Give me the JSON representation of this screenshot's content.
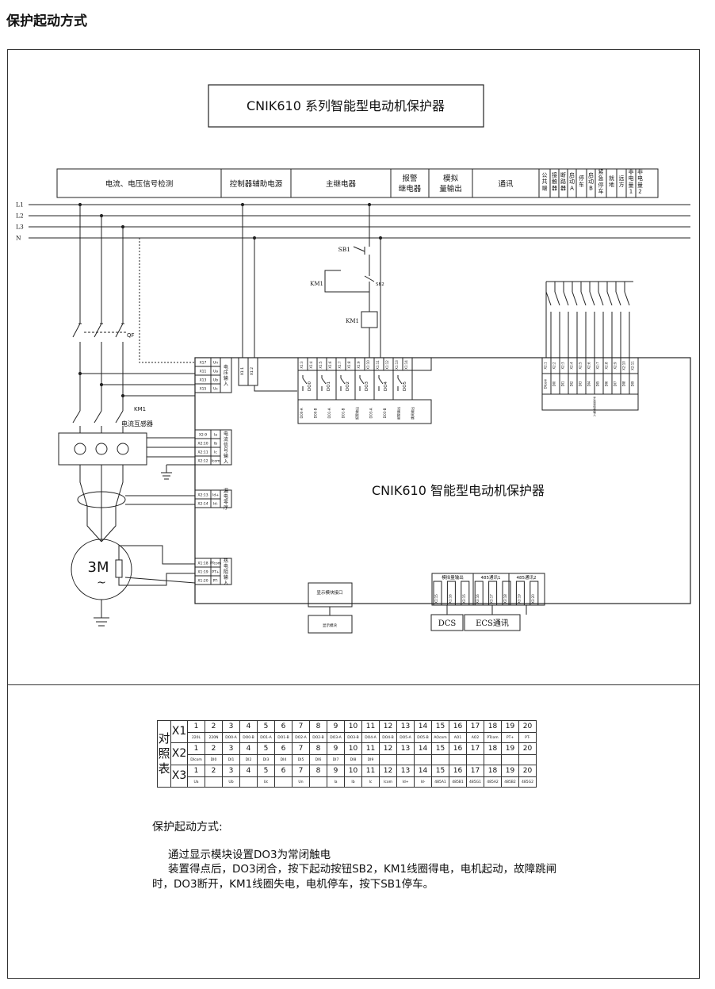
{
  "page_title": "保护起动方式",
  "diagram": {
    "title_box": "CNIK610 系列智能型电动机保护器",
    "device_label": "CNIK610 智能型电动机保护器",
    "function_headers": [
      "电流、电压信号检测",
      "控制器辅助电源",
      "主继电器",
      "报警继电器",
      "模拟量输出",
      "通讯",
      "公共端",
      "接触器",
      "断路器",
      "启动A",
      "停车",
      "启动B",
      "紧急停车",
      "就地",
      "远方",
      "非电量1",
      "非电量2"
    ],
    "lines": [
      "L1",
      "L2",
      "L3",
      "N"
    ],
    "labels": {
      "qf": "QF",
      "km1": "KM1",
      "km1_coil": "KM1",
      "km1_contact": "KM1",
      "sb1": "SB1",
      "sb2": "SB2",
      "ct": "电流互感器",
      "motor": "3M",
      "motor_sub": "~",
      "dcs": "DCS",
      "ecs": "ECS通讯",
      "display_module": "显示模块接口",
      "display_small": "显示模块",
      "analog_out": "模拟量输出",
      "rs485_1": "485通讯1",
      "rs485_2": "485通讯2",
      "switch_input": "开关量信号输入"
    },
    "voltage_terminals": [
      "X17 Un",
      "X11 Ua",
      "X13 Ub",
      "X15 Uc"
    ],
    "voltage_group": "电压输入",
    "current_terminals": [
      "X2:9 Ia",
      "X2:10 Ib",
      "X2:11 Ic",
      "X2:12 Icom"
    ],
    "current_group": "电流信号输入",
    "leak_terminals": [
      "X2:13 Id+",
      "X2:14 Id-"
    ],
    "leak_group": "漏电零序",
    "thermal_terminals": [
      "X1:18 PTcom",
      "X1:19 PT+",
      "X1:20 PT-"
    ],
    "thermal_group": "热电阻输入",
    "power_terminals": [
      "X1:1",
      "X1:2"
    ],
    "power_group": "辅助电源",
    "relay_groups": [
      "DO0",
      "DO1",
      "DO2",
      "DO3",
      "DO4",
      "DO5"
    ],
    "relay_pins": [
      "X1:3",
      "X1:4",
      "X1:5",
      "X1:6",
      "X1:7",
      "X1:8",
      "X1:9",
      "X1:10",
      "X1:11",
      "X1:12",
      "X1:13",
      "X1:14"
    ],
    "relay_bottom": [
      "DO0-A",
      "DO0-B",
      "DO1-A",
      "DO1-B",
      "报警输出",
      "DO3-A",
      "DO3-B",
      "报警输出",
      "跳闸输出"
    ],
    "di_top": [
      "X2:1",
      "X2:2",
      "X2:3",
      "X2:4",
      "X2:5",
      "X2:6",
      "X2:7",
      "X2:8",
      "X2:9",
      "X2:10",
      "X2:11"
    ],
    "di_bottom": [
      "DIcom",
      "DI0",
      "DI1",
      "DI2",
      "DI3",
      "DI4",
      "DI5",
      "DI6",
      "DI7",
      "DI8",
      "DI9"
    ],
    "comm_pins": [
      "X1:15",
      "X1:16",
      "X3:15",
      "X3:16",
      "X3:17",
      "X3:18",
      "X3:19",
      "X3:20"
    ]
  },
  "table": {
    "side_label": [
      "对",
      "照",
      "表"
    ],
    "rows": [
      {
        "x": "X1",
        "labels": [
          "220L",
          "220N",
          "DO0-A",
          "DO0-B",
          "DO1-A",
          "DO1-B",
          "DO2-A",
          "DO2-B",
          "DO3-A",
          "DO3-B",
          "DO4-A",
          "DO4-B",
          "DO5-A",
          "DO5-B",
          "AOcom",
          "AO1",
          "AO2",
          "PTcom",
          "PT+",
          "PT-"
        ]
      },
      {
        "x": "X2",
        "labels": [
          "DIcom",
          "DI0",
          "DI1",
          "DI2",
          "DI3",
          "DI4",
          "DI5",
          "DI6",
          "DI7",
          "DI8",
          "DI9",
          "",
          "",
          "",
          "",
          "",
          "",
          "",
          "",
          ""
        ]
      },
      {
        "x": "X3",
        "labels": [
          "Ua",
          "",
          "Ub",
          "",
          "Uc",
          "",
          "Un",
          "",
          "Ia",
          "Ib",
          "Ic",
          "Icom",
          "Id+",
          "Id-",
          "485A1",
          "485B1",
          "485G1",
          "485A2",
          "485B2",
          "485G2"
        ]
      }
    ],
    "numbers": [
      "1",
      "2",
      "3",
      "4",
      "5",
      "6",
      "7",
      "8",
      "9",
      "10",
      "11",
      "12",
      "13",
      "14",
      "15",
      "16",
      "17",
      "18",
      "19",
      "20"
    ]
  },
  "description": {
    "title": "保护起动方式:",
    "p1": "通过显示模块设置DO3为常闭触电",
    "p2": "装置得点后，DO3闭合，按下起动按钮SB2，KM1线圈得电，电机起动，故障跳闸时，DO3断开，KM1线圈失电，电机停车，按下SB1停车。"
  }
}
